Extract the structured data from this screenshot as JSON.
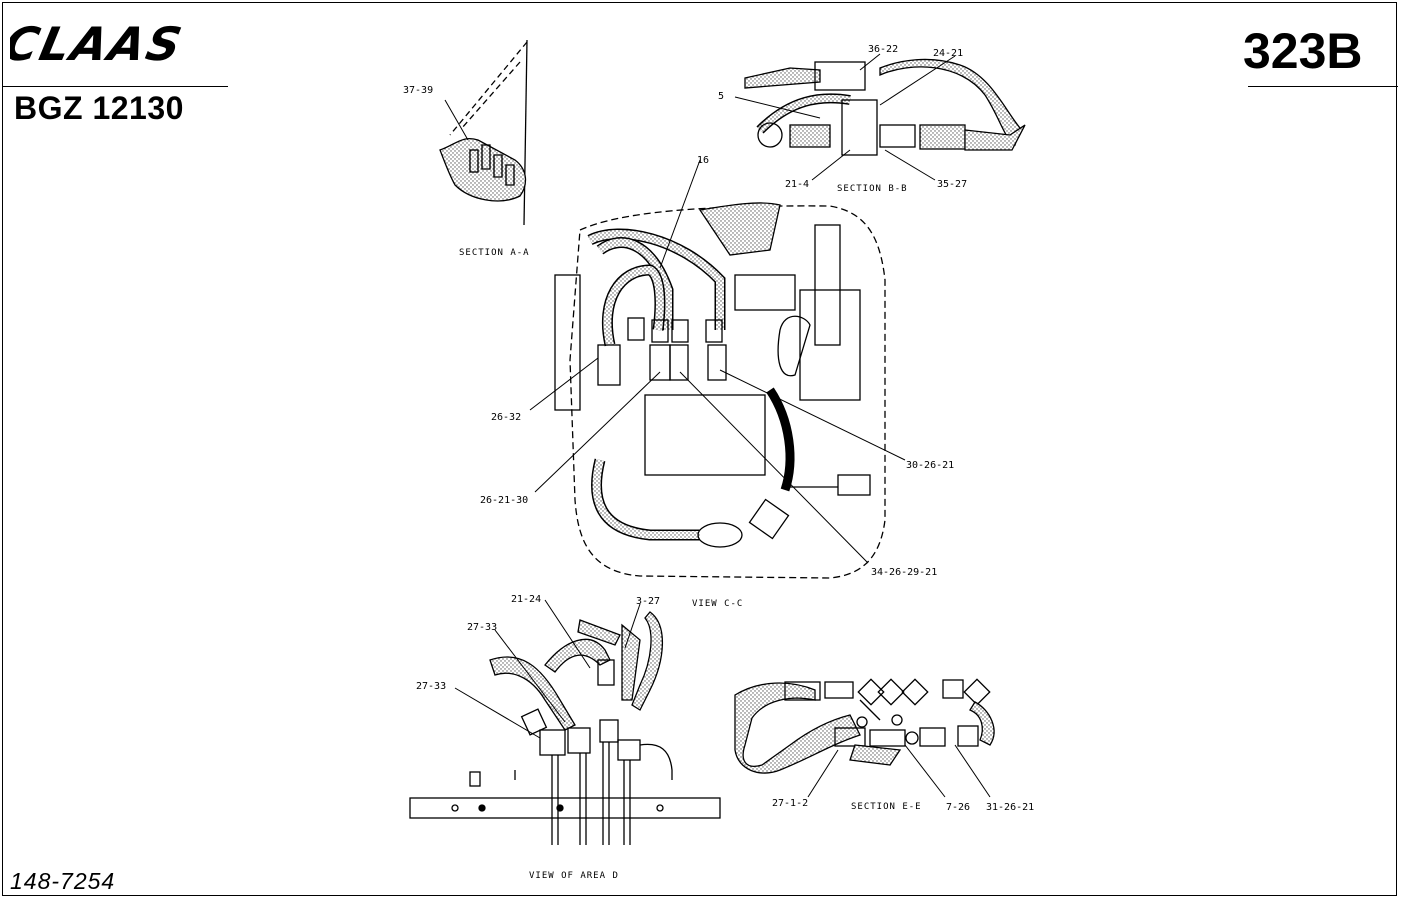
{
  "header": {
    "brand": "CLAAS",
    "part_number": "BGZ 12130",
    "page_number": "323B"
  },
  "footer": {
    "document_number": "148-7254"
  },
  "sections": {
    "a": "SECTION A-A",
    "b": "SECTION B-B",
    "c": "VIEW C-C",
    "d": "VIEW OF AREA D",
    "e": "SECTION E-E"
  },
  "callouts": {
    "a_1": "37-39",
    "b_1": "36-22",
    "b_2": "24-21",
    "b_3": "5",
    "b_4": "21-4",
    "b_5": "35-27",
    "c_1": "16",
    "c_2": "26-32",
    "c_3": "26-21-30",
    "c_4": "30-26-21",
    "c_5": "34-26-29-21",
    "d_1": "21-24",
    "d_2": "3-27",
    "d_3": "27-33",
    "d_4": "27-33",
    "e_1": "27-1-2",
    "e_2": "7-26",
    "e_3": "31-26-21"
  }
}
